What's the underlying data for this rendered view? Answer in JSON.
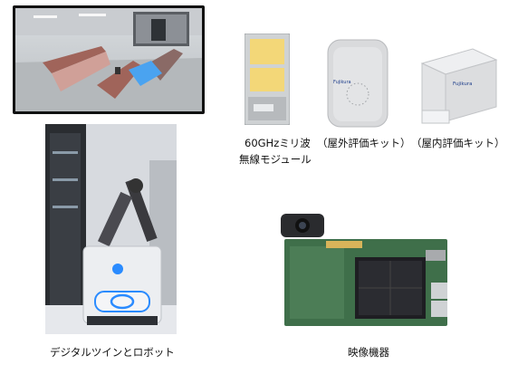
{
  "captions": {
    "mmw_module_line1": "60GHzミリ波",
    "mmw_module_line2": "無線モジュール",
    "outdoor_kit": "（屋外評価キット）",
    "indoor_kit": "（屋内評価キット）",
    "digital_twin_robot": "デジタルツインとロボット",
    "video_device": "映像機器"
  },
  "brand": {
    "name": "Fujikura"
  },
  "colors": {
    "module_gold": "#f3d778",
    "module_silver": "#cfd2d4",
    "kit_body": "#d9dadc",
    "board_green": "#3f6f4a",
    "heatsink": "#1e1e22",
    "robot_glow": "#2a8bff"
  },
  "icons": {
    "monitor": "digital-twin-monitor-icon",
    "robot": "robot-icon",
    "module": "mmw-module-icon",
    "outdoor": "outdoor-kit-icon",
    "indoor": "indoor-kit-icon",
    "video": "video-device-icon"
  }
}
